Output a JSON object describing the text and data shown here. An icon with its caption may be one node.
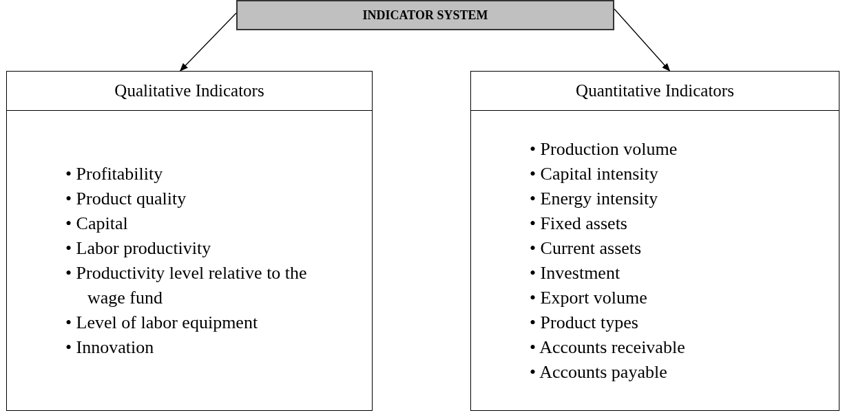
{
  "diagram": {
    "nodes": [
      {
        "text": [
          "INDICATOR SYSTEM"
        ]
      },
      {
        "text": [
          "Qualitative Indicators"
        ]
      },
      {
        "text": [
          "• Profitability",
          "• Product quality",
          "• Capital",
          "• Labor productivity",
          "• Productivity level relative to the wage fund",
          "• Level of labor equipment",
          "• Innovation"
        ]
      },
      {
        "text": [
          "Quantitative Indicators"
        ]
      },
      {
        "text": [
          "• Production volume",
          "• Capital intensity",
          "• Energy intensity",
          "• Fixed assets",
          "• Current assets",
          "• Investment",
          "• Export volume",
          "• Product types",
          "• Accounts receivable",
          "• Accounts payable"
        ]
      }
    ],
    "edges": [
      {
        "from": 0,
        "to": 1,
        "arrow": "to"
      },
      {
        "from": 0,
        "to": 3,
        "arrow": "to"
      }
    ]
  }
}
